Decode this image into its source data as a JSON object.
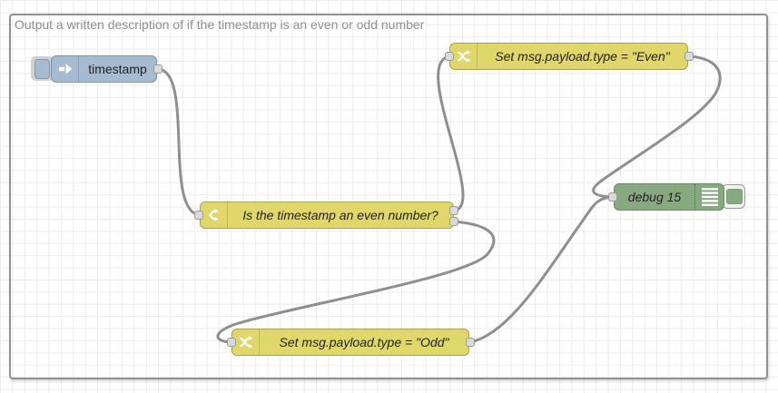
{
  "group": {
    "label": "Output a written description of if the timestamp is an even or odd number",
    "border_color": "#919191",
    "label_color": "#8f8f8f"
  },
  "nodes": {
    "inject": {
      "type": "inject",
      "label": "timestamp",
      "color": "#a6bbcf",
      "icon": "arrow-right-icon",
      "has_button": true
    },
    "switch": {
      "type": "switch",
      "label": "Is the timestamp an even number?",
      "color": "#e0d76b",
      "icon": "fork-icon",
      "outputs": 2
    },
    "change_even": {
      "type": "change",
      "label": "Set msg.payload.type = \"Even\"",
      "color": "#e0d76b",
      "icon": "shuffle-icon"
    },
    "change_odd": {
      "type": "change",
      "label": "Set msg.payload.type = \"Odd\"",
      "color": "#e0d76b",
      "icon": "shuffle-icon"
    },
    "debug": {
      "type": "debug",
      "label": "debug 15",
      "color": "#87a980",
      "icon": "list-lines-icon",
      "has_button": true
    }
  },
  "wires": [
    {
      "from": "timestamp",
      "to": "Is the timestamp an even number?"
    },
    {
      "from": "Is the timestamp an even number? (output 1)",
      "to": "Set msg.payload.type = \"Even\""
    },
    {
      "from": "Is the timestamp an even number? (output 2)",
      "to": "Set msg.payload.type = \"Odd\""
    },
    {
      "from": "Set msg.payload.type = \"Even\"",
      "to": "debug 15"
    },
    {
      "from": "Set msg.payload.type = \"Odd\"",
      "to": "debug 15"
    }
  ],
  "colors": {
    "wire": "#8f8f8f",
    "port_fill": "#d9d9d9",
    "port_border": "#999999",
    "grid": "#ececec"
  }
}
